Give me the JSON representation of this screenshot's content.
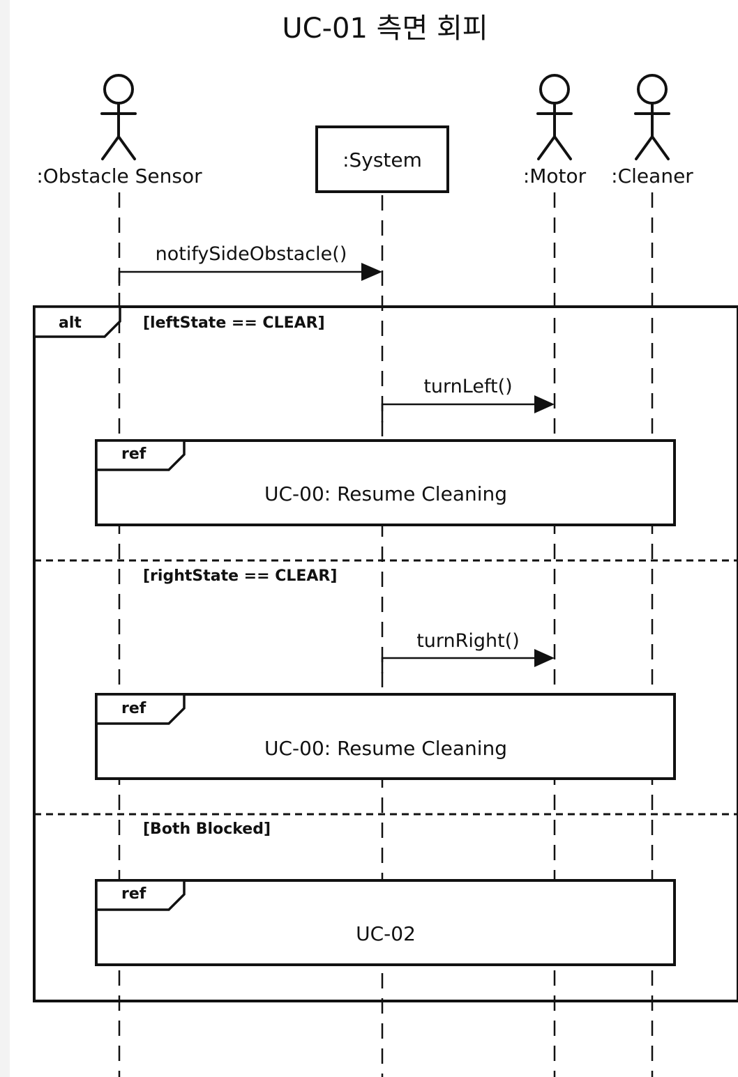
{
  "title": "UC-01 측면 회피",
  "participants": [
    {
      "id": "sensor",
      "kind": "actor",
      "label": ":Obstacle Sensor"
    },
    {
      "id": "system",
      "kind": "object",
      "label": ":System"
    },
    {
      "id": "motor",
      "kind": "actor",
      "label": ":Motor"
    },
    {
      "id": "cleaner",
      "kind": "actor",
      "label": ":Cleaner"
    }
  ],
  "messages": [
    {
      "from": "sensor",
      "to": "system",
      "label": "notifySideObstacle()"
    },
    {
      "from": "system",
      "to": "motor",
      "label": "turnLeft()"
    },
    {
      "from": "system",
      "to": "motor",
      "label": "turnRight()"
    }
  ],
  "alt_frame": {
    "keyword": "alt",
    "operands": [
      {
        "guard": "[leftState == CLEAR]",
        "ref": {
          "keyword": "ref",
          "text": "UC-00: Resume Cleaning"
        }
      },
      {
        "guard": "[rightState == CLEAR]",
        "ref": {
          "keyword": "ref",
          "text": "UC-00: Resume Cleaning"
        }
      },
      {
        "guard": "[Both Blocked]",
        "ref": {
          "keyword": "ref",
          "text": "UC-02"
        }
      }
    ]
  }
}
